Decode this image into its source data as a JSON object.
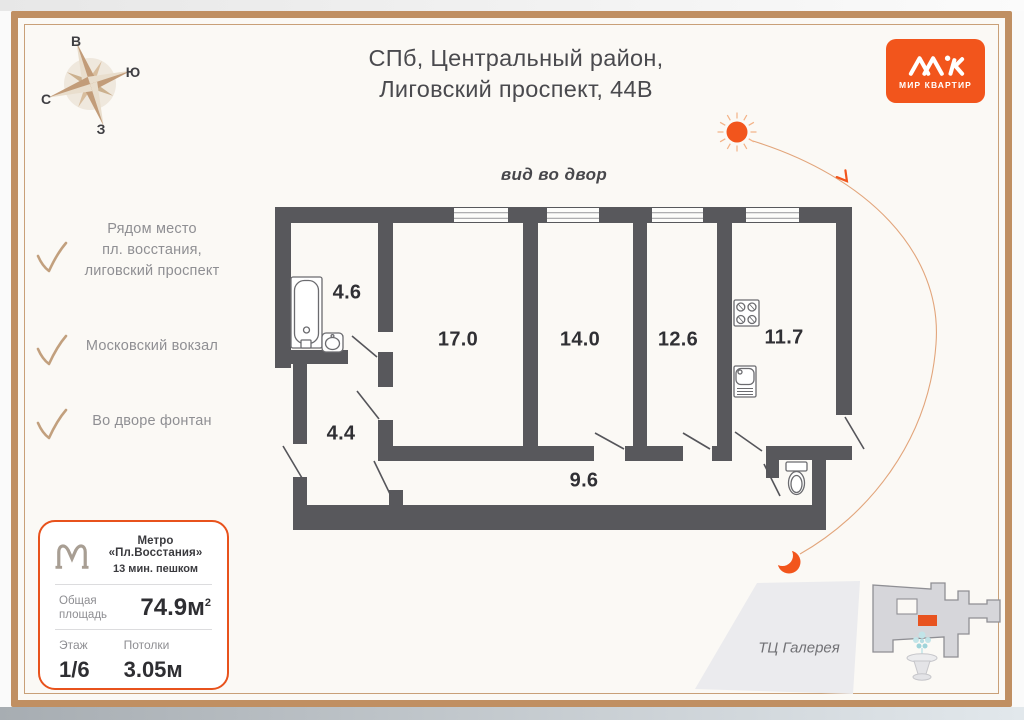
{
  "header": {
    "title_line1": "СПб, Центральный район,",
    "title_line2": "Лиговский проспект, 44В"
  },
  "brand": {
    "logo_text": "МИР КВАРТИР"
  },
  "compass": {
    "top": "В",
    "right": "Ю",
    "left": "С",
    "bottom": "З"
  },
  "features": [
    {
      "lines": [
        "Рядом место",
        "пл. восстания,",
        "лиговский проспект"
      ]
    },
    {
      "lines": [
        "Московский вокзал"
      ]
    },
    {
      "lines": [
        "Во дворе фонтан"
      ]
    }
  ],
  "plan": {
    "view_label": "вид во двор",
    "rooms": [
      {
        "name": "bathroom",
        "area": "4.6"
      },
      {
        "name": "living-room",
        "area": "17.0"
      },
      {
        "name": "bedroom",
        "area": "14.0"
      },
      {
        "name": "room",
        "area": "12.6"
      },
      {
        "name": "kitchen",
        "area": "11.7"
      },
      {
        "name": "hallway",
        "area": "4.4"
      },
      {
        "name": "corridor",
        "area": "9.6"
      }
    ]
  },
  "info_card": {
    "metro_line1": "Метро «Пл.Восстания»",
    "metro_line2": "13 мин. пешком",
    "area_label_line1": "Общая",
    "area_label_line2": "площадь",
    "area_value": "74.9м",
    "area_sup": "2",
    "floor_label": "Этаж",
    "floor_value": "1/6",
    "ceiling_label": "Потолки",
    "ceiling_value": "3.05м"
  },
  "map": {
    "mall_label": "ТЦ Галерея"
  },
  "colors": {
    "accent_orange": "#f2551c",
    "wall_gray": "#58585c",
    "frame_tan": "#c08f62",
    "check_tan": "#c2a07e",
    "text_dark": "#4a4a4e",
    "text_gray": "#8f8f93",
    "metro_taupe": "#a89e93"
  }
}
